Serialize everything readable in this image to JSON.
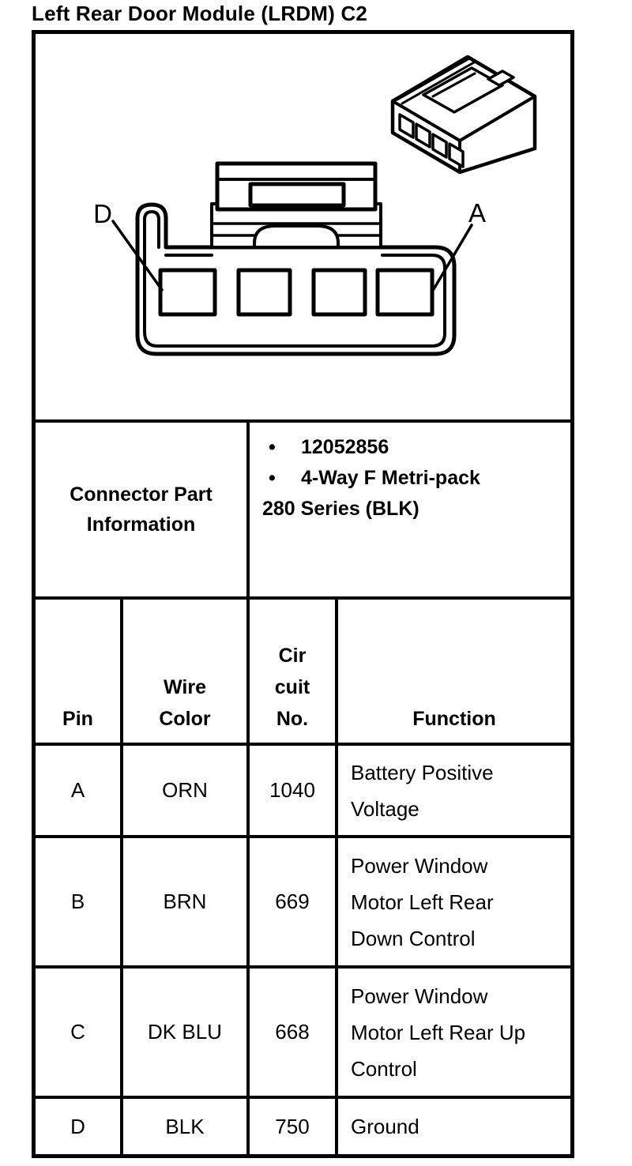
{
  "title": "Left Rear Door Module (LRDM) C2",
  "colors": {
    "ink": "#000000",
    "paper": "#ffffff"
  },
  "diagram": {
    "pin_label_left": "D",
    "pin_label_right": "A",
    "views": [
      "connector-front-view",
      "connector-isometric-view"
    ]
  },
  "part_info": {
    "label": "Connector Part\nInformation",
    "bullets": [
      "12052856",
      "4-Way F Metri-pack"
    ],
    "wrap_line": "280 Series (BLK)"
  },
  "table": {
    "columns": {
      "pin": "Pin",
      "wire_color": "Wire\nColor",
      "circuit_no": "Cir\ncuit\nNo.",
      "function": "Function"
    },
    "rows": [
      {
        "pin": "A",
        "wire_color": "ORN",
        "circuit_no": "1040",
        "function": "Battery Positive\nVoltage"
      },
      {
        "pin": "B",
        "wire_color": "BRN",
        "circuit_no": "669",
        "function": "Power Window\nMotor Left Rear\nDown Control"
      },
      {
        "pin": "C",
        "wire_color": "DK BLU",
        "circuit_no": "668",
        "function": "Power Window\nMotor Left Rear Up\nControl"
      },
      {
        "pin": "D",
        "wire_color": "BLK",
        "circuit_no": "750",
        "function": "Ground"
      }
    ]
  }
}
